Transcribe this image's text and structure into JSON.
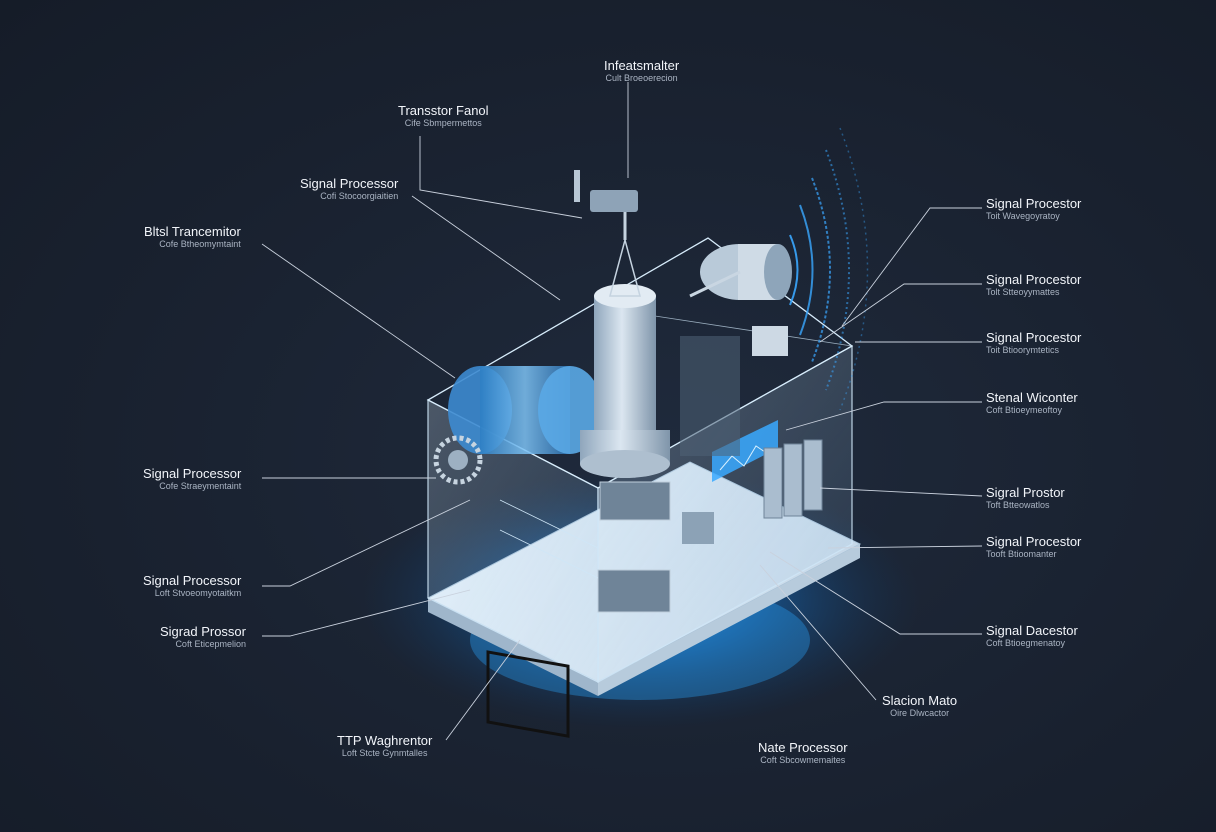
{
  "palette": {
    "background": "#1a2333",
    "leader_line": "#c9d1dd",
    "glass": "#cfe6f7",
    "glow": "#1e9bff",
    "base": "#dfe9f3"
  },
  "callouts": [
    {
      "id": "top-center",
      "title": "Infeatsmalter",
      "sub": "Cult Broeoerecion"
    },
    {
      "id": "top-left-1",
      "title": "Transstor Fanol",
      "sub": "Cife Sbmpermettos"
    },
    {
      "id": "left-1",
      "title": "Signal Processor",
      "sub": "Cofi Stocoorgiaitien"
    },
    {
      "id": "left-2",
      "title": "Bltsl Trancemitor",
      "sub": "Cofe Btheomymtaint"
    },
    {
      "id": "left-3",
      "title": "Signal Processor",
      "sub": "Cofe Straeymentaint"
    },
    {
      "id": "left-4",
      "title": "Signal Processor",
      "sub": "Loft Stvoeomyotaitkm"
    },
    {
      "id": "left-5",
      "title": "Sigrad Prossor",
      "sub": "Coft Eticepmelion"
    },
    {
      "id": "bottom-left",
      "title": "TTP Waghrentor",
      "sub": "Loft Stcte Gynmtalles"
    },
    {
      "id": "bottom-center",
      "title": "Nate Processor",
      "sub": "Coft Sbcowmemaites"
    },
    {
      "id": "bottom-right",
      "title": "Slacion Mato",
      "sub": "Oire Dlwcactor"
    },
    {
      "id": "right-1",
      "title": "Signal Procestor",
      "sub": "Toit Wavegoyratoy"
    },
    {
      "id": "right-2",
      "title": "Signal Procestor",
      "sub": "Tolt Stteoyymattes"
    },
    {
      "id": "right-3",
      "title": "Signal Procestor",
      "sub": "Toit Btioorymtetics"
    },
    {
      "id": "right-4",
      "title": "Stenal Wiconter",
      "sub": "Coft Btioeymeoftoy"
    },
    {
      "id": "right-5",
      "title": "Sigral Prostor",
      "sub": "Toft Btteowatlos"
    },
    {
      "id": "right-6",
      "title": "Signal Procestor",
      "sub": "Tooft Btioomanter"
    },
    {
      "id": "right-7",
      "title": "Signal Dacestor",
      "sub": "Coft Btioegmenatoy"
    }
  ]
}
